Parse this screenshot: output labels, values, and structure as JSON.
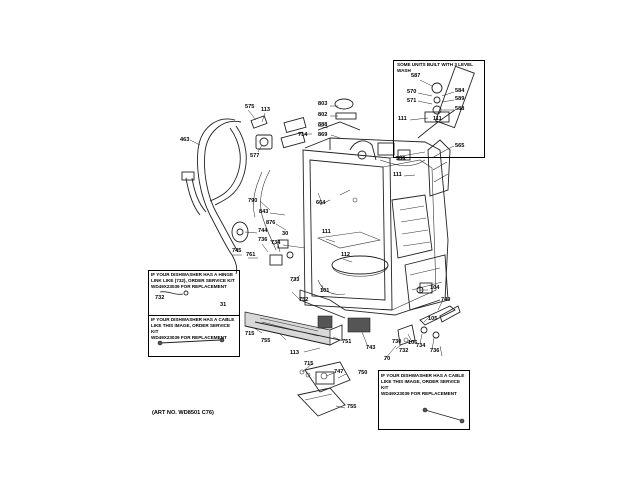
{
  "art_no": "(ART NO. WD8501 C76)",
  "callouts": {
    "inset_3level": "SOME UNITS BUILT WITH 3 LEVEL WASH",
    "hinge_link": "IF YOUR DISHWASHER HAS A HINGE\nLINK LIKE (732), ORDER SERVICE KIT\nWD49X23039 FOR REPLACEMENT",
    "cable_left": "IF YOUR DISHWASHER HAS A CABLE\nLIKE THIS IMAGE, ORDER SERVICE KIT\nWD49X23039 FOR REPLACEMENT",
    "cable_right": "IF YOUR DISHWASHER HAS A CABLE\nLIKE THIS IMAGE, ORDER SERVICE KIT\nWD49X23039 FOR REPLACEMENT"
  },
  "labels": {
    "l575": "575",
    "l113a": "113",
    "l577": "577",
    "l463": "463",
    "l803": "803",
    "l802": "802",
    "l888": "888",
    "l714": "714",
    "l869": "869",
    "l587": "587",
    "l570": "570",
    "l571": "571",
    "l584": "584",
    "l589": "589",
    "l588": "588",
    "l111a": "111",
    "l111b": "111",
    "l565": "565",
    "l586": "586",
    "l111c": "111",
    "l790": "790",
    "l843": "843",
    "l664": "664",
    "l876": "876",
    "l744": "744",
    "l30": "30",
    "l736": "736",
    "l734": "734",
    "l745": "745",
    "l761": "761",
    "l111d": "111",
    "l112": "112",
    "l733": "733",
    "l732": "732",
    "l31": "31",
    "l752": "752",
    "l101": "101",
    "l104": "104",
    "l749": "749",
    "l715a": "715",
    "l755a": "755",
    "l106": "106",
    "l105": "105",
    "l751": "751",
    "l743": "743",
    "l730": "730",
    "l732b": "732",
    "l734b": "734",
    "l736b": "736",
    "l70": "70",
    "l113b": "113",
    "l715b": "715",
    "l747": "747",
    "l750": "750",
    "l755b": "755"
  }
}
